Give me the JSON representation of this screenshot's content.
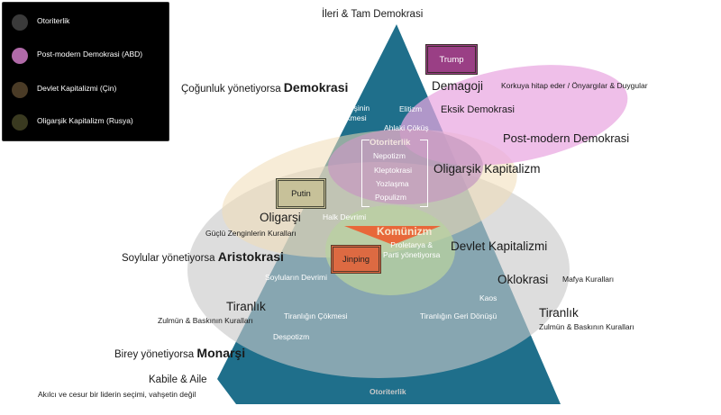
{
  "colors": {
    "pyramid": "#1f6f8b",
    "pyramid_dark": "#17556b",
    "otoriterlik": "#c9c9c9",
    "postmodern": "#e7a9e0",
    "devlet_kapitalizmi": "#f1d7b0",
    "oligarsik_kapitalizm": "#c9a0c4",
    "inner_green": "#b7cfa4",
    "komunizm_triangle": "#e8683a"
  },
  "legend": {
    "items": [
      {
        "label": "Otoriterlik",
        "color": "#3a3a3a"
      },
      {
        "label": "Post-modern Demokrasi (ABD)",
        "color": "#b06aa8"
      },
      {
        "label": "Devlet Kapitalizmi (Çin)",
        "color": "#4a3b26"
      },
      {
        "label": "Oligarşik Kapitalizm (Rusya)",
        "color": "#3a3a20"
      }
    ]
  },
  "labels": {
    "top": "İleri & Tam Demokrasi",
    "cogunluk_prefix": "Çoğunluk yönetiyorsa",
    "cogunluk_bold": "Demokrasi",
    "oligarsinin": "Oligarşinin",
    "cokmesi": "Çökmesi",
    "elitizm": "Elitizm",
    "ahlaki_cokus": "Ahlaki Çöküş",
    "demagoji": "Demagoji",
    "korkuya": "Korkuya hitap eder / Önyargılar & Duygular",
    "eksik_demokrasi": "Eksik Demokrasi",
    "postmodern_demokrasi": "Post-modern Demokrasi",
    "otoriterlik_inner": "Otoriterlik",
    "nepotizm": "Nepotizm",
    "kleptokrasi": "Kleptokrasi",
    "yozlasma": "Yozlaşma",
    "populizm": "Populizm",
    "oligarsik_kapitalizm": "Oligarşik Kapitalizm",
    "oligarsi": "Oligarşi",
    "guclu_zenginler": "Güçlü Zenginlerin Kuralları",
    "halk_devrimi": "Halk Devrimi",
    "komunizm": "Komünizm",
    "proletarya_1": "Proletarya &",
    "proletarya_2": "Parti yönetiyorsa",
    "devlet_kapitalizmi": "Devlet Kapitalizmi",
    "soylular_prefix": "Soylular yönetiyorsa",
    "soylular_bold": "Aristokrasi",
    "soylularin_devrimi": "Soyluların Devrimi",
    "oklokrasi": "Oklokrasi",
    "mafya": "Mafya Kuralları",
    "kaos": "Kaos",
    "tiranlik_left": "Tiranlık",
    "zulmun_left": "Zulmün & Baskının Kuralları",
    "tiranligin_cokmesi": "Tiranlığın Çökmesi",
    "tiranligin_geri": "Tiranlığın Geri Dönüşü",
    "tiranlik_right": "Tiranlık",
    "zulmun_right": "Zulmün & Baskının Kuralları",
    "despotizm": "Despotizm",
    "birey_prefix": "Birey yönetiyorsa",
    "birey_bold": "Monarşi",
    "kabile": "Kabile & Aile",
    "akilci": "Akılcı ve cesur bir liderin seçimi, vahşetin değil",
    "otoriterlik_bottom": "Otoriterlik"
  },
  "figures": {
    "trump": "Trump",
    "putin": "Putin",
    "jinping": "Jinping"
  }
}
